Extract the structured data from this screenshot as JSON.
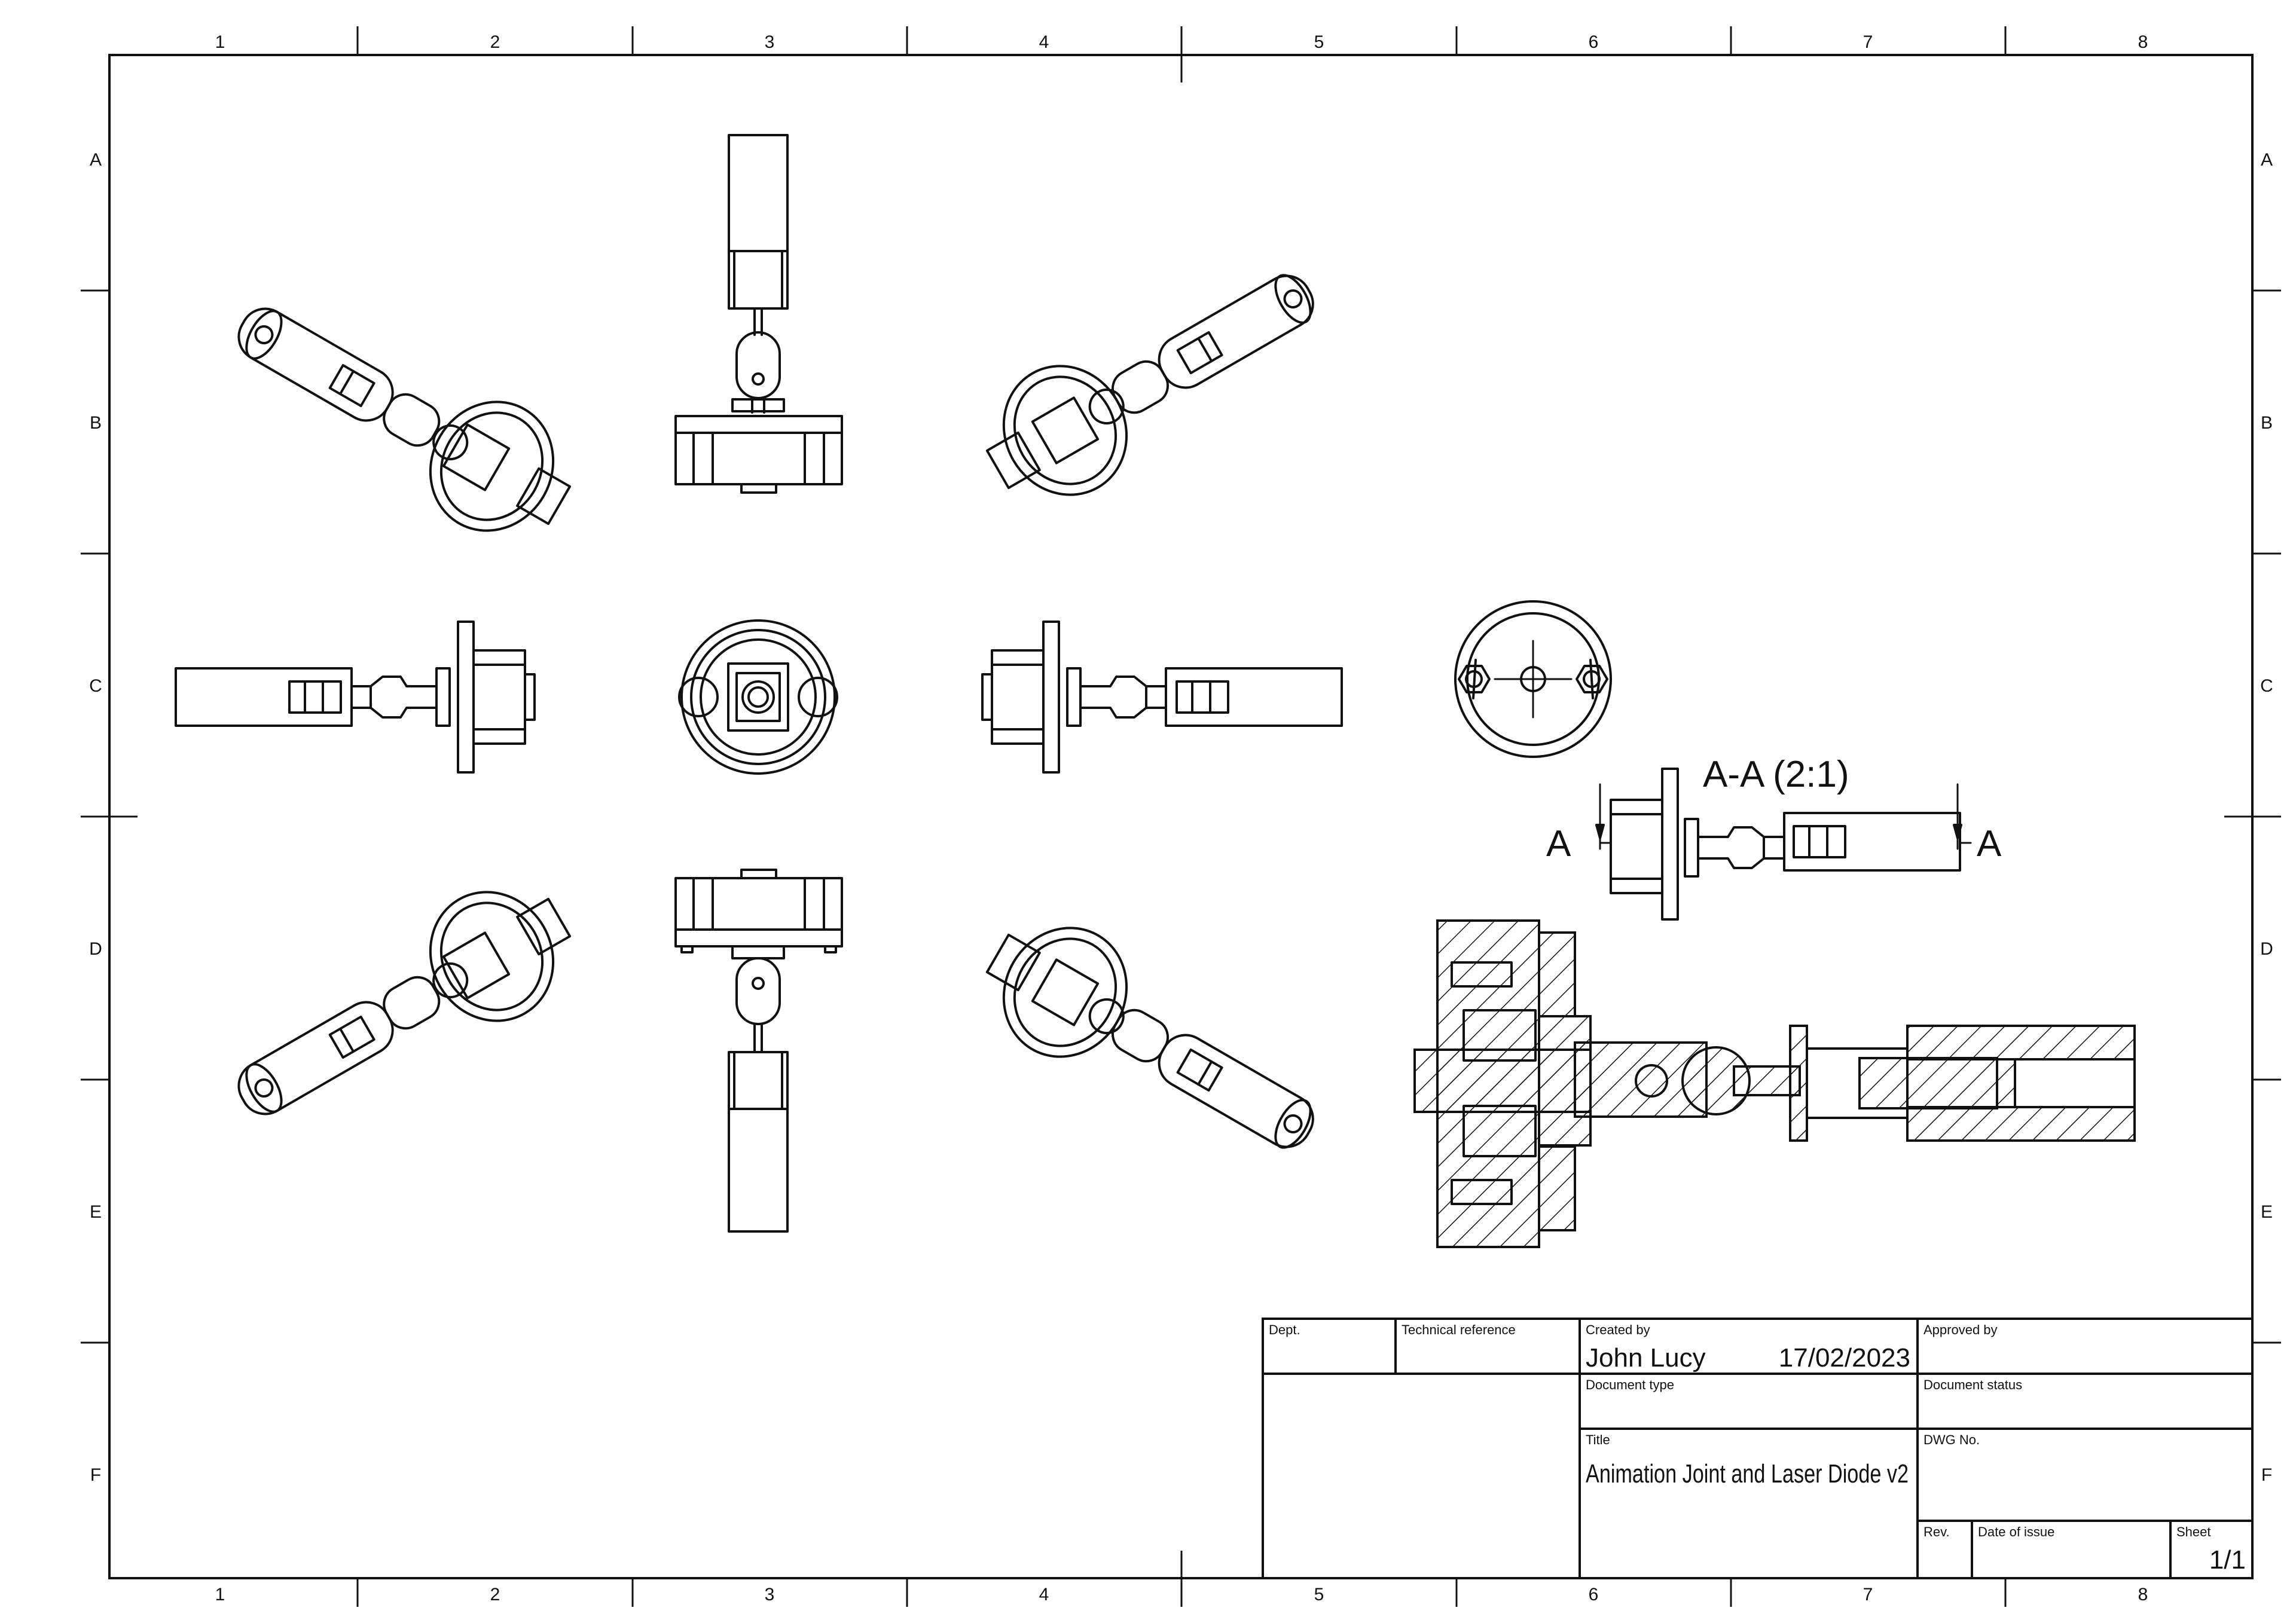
{
  "grid": {
    "columns": [
      "1",
      "2",
      "3",
      "4",
      "5",
      "6",
      "7",
      "8"
    ],
    "rows": [
      "A",
      "B",
      "C",
      "D",
      "E",
      "F"
    ]
  },
  "section": {
    "title": "A-A (2:1)",
    "marker_left": "A",
    "marker_right": "A"
  },
  "title_block": {
    "dept_label": "Dept.",
    "tech_ref_label": "Technical reference",
    "created_by_label": "Created by",
    "created_by": "John Lucy",
    "created_date": "17/02/2023",
    "approved_by_label": "Approved by",
    "doc_type_label": "Document type",
    "doc_status_label": "Document status",
    "title_label": "Title",
    "title": "Animation Joint and Laser Diode v2",
    "dwg_no_label": "DWG No.",
    "rev_label": "Rev.",
    "date_of_issue_label": "Date of issue",
    "sheet_label": "Sheet",
    "sheet": "1/1"
  }
}
